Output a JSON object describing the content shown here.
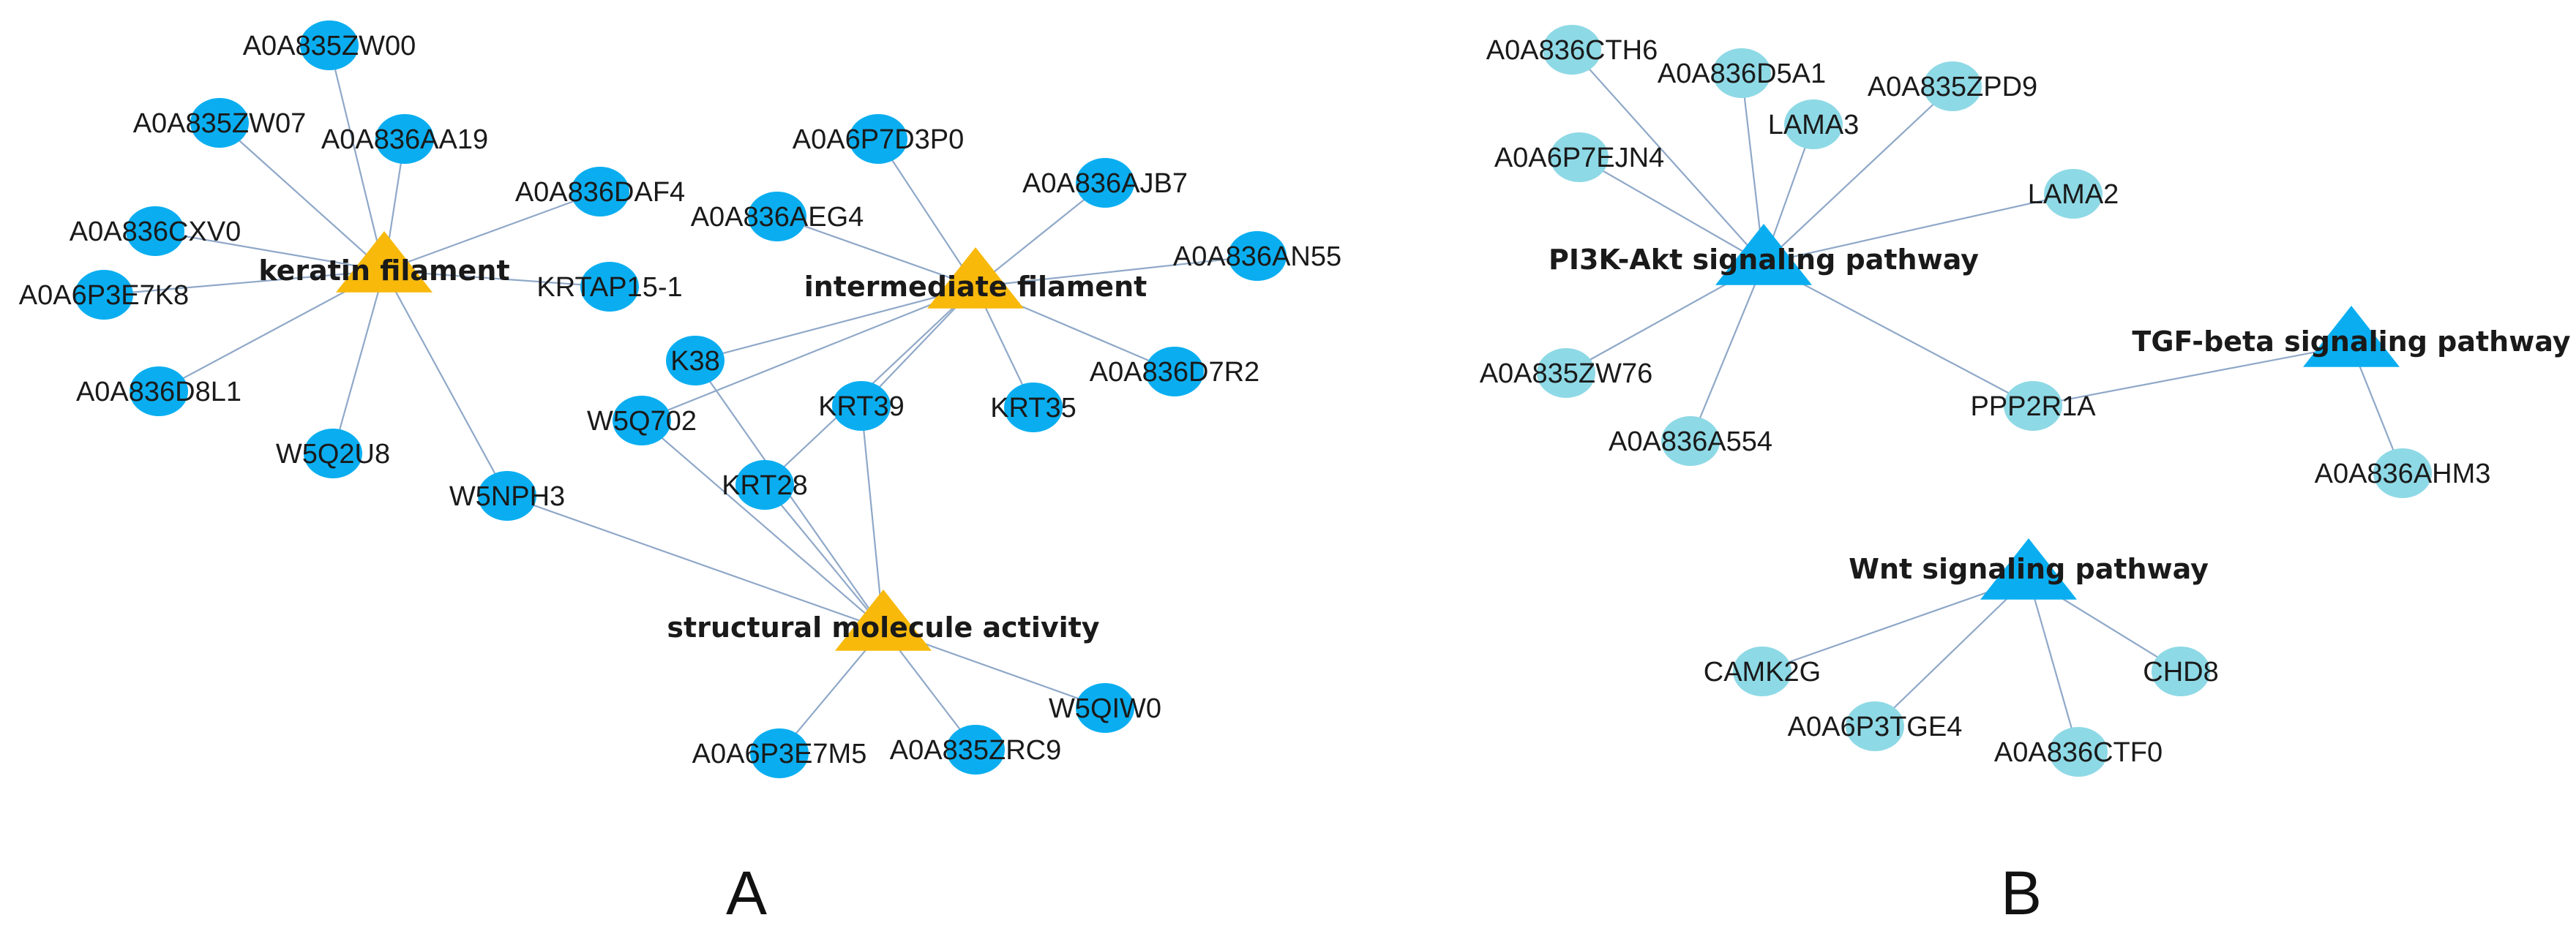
{
  "panels": [
    {
      "id": "A",
      "label": "A",
      "colors": {
        "hub": "#f8b90b",
        "node": "#0aaef0"
      },
      "hubs": [
        {
          "id": "keratin",
          "label": "keratin filament"
        },
        {
          "id": "intermediate",
          "label": "intermediate filament"
        },
        {
          "id": "structural",
          "label": "structural molecule activity"
        }
      ],
      "nodes": [
        {
          "id": "A0A835ZW00",
          "label": "A0A835ZW00"
        },
        {
          "id": "A0A835ZW07",
          "label": "A0A835ZW07"
        },
        {
          "id": "A0A836AA19",
          "label": "A0A836AA19"
        },
        {
          "id": "A0A836DAF4",
          "label": "A0A836DAF4"
        },
        {
          "id": "A0A836CXV0",
          "label": "A0A836CXV0"
        },
        {
          "id": "A0A6P3E7K8",
          "label": "A0A6P3E7K8"
        },
        {
          "id": "KRTAP15-1",
          "label": "KRTAP15-1"
        },
        {
          "id": "A0A836D8L1",
          "label": "A0A836D8L1"
        },
        {
          "id": "W5Q2U8",
          "label": "W5Q2U8"
        },
        {
          "id": "W5NPH3",
          "label": "W5NPH3"
        },
        {
          "id": "A0A6P7D3P0",
          "label": "A0A6P7D3P0"
        },
        {
          "id": "A0A836AJB7",
          "label": "A0A836AJB7"
        },
        {
          "id": "A0A836AEG4",
          "label": "A0A836AEG4"
        },
        {
          "id": "A0A836AN55",
          "label": "A0A836AN55"
        },
        {
          "id": "K38",
          "label": "K38"
        },
        {
          "id": "W5Q702",
          "label": "W5Q702"
        },
        {
          "id": "KRT39",
          "label": "KRT39"
        },
        {
          "id": "KRT35",
          "label": "KRT35"
        },
        {
          "id": "A0A836D7R2",
          "label": "A0A836D7R2"
        },
        {
          "id": "KRT28",
          "label": "KRT28"
        },
        {
          "id": "W5QIW0",
          "label": "W5QIW0"
        },
        {
          "id": "A0A6P3E7M5",
          "label": "A0A6P3E7M5"
        },
        {
          "id": "A0A835ZRC9",
          "label": "A0A835ZRC9"
        }
      ],
      "edges": [
        [
          "keratin",
          "A0A835ZW00"
        ],
        [
          "keratin",
          "A0A835ZW07"
        ],
        [
          "keratin",
          "A0A836AA19"
        ],
        [
          "keratin",
          "A0A836DAF4"
        ],
        [
          "keratin",
          "A0A836CXV0"
        ],
        [
          "keratin",
          "A0A6P3E7K8"
        ],
        [
          "keratin",
          "KRTAP15-1"
        ],
        [
          "keratin",
          "A0A836D8L1"
        ],
        [
          "keratin",
          "W5Q2U8"
        ],
        [
          "keratin",
          "W5NPH3"
        ],
        [
          "intermediate",
          "A0A6P7D3P0"
        ],
        [
          "intermediate",
          "A0A836AJB7"
        ],
        [
          "intermediate",
          "A0A836AEG4"
        ],
        [
          "intermediate",
          "A0A836AN55"
        ],
        [
          "intermediate",
          "K38"
        ],
        [
          "intermediate",
          "W5Q702"
        ],
        [
          "intermediate",
          "KRT39"
        ],
        [
          "intermediate",
          "KRT35"
        ],
        [
          "intermediate",
          "A0A836D7R2"
        ],
        [
          "intermediate",
          "KRT28"
        ],
        [
          "structural",
          "W5NPH3"
        ],
        [
          "structural",
          "K38"
        ],
        [
          "structural",
          "W5Q702"
        ],
        [
          "structural",
          "KRT39"
        ],
        [
          "structural",
          "KRT28"
        ],
        [
          "structural",
          "W5QIW0"
        ],
        [
          "structural",
          "A0A6P3E7M5"
        ],
        [
          "structural",
          "A0A835ZRC9"
        ]
      ]
    },
    {
      "id": "B",
      "label": "B",
      "colors": {
        "hub": "#0aaef0",
        "node": "#8ed9e6"
      },
      "hubs": [
        {
          "id": "pi3k",
          "label": "PI3K-Akt signaling pathway"
        },
        {
          "id": "tgf",
          "label": "TGF-beta signaling pathway"
        },
        {
          "id": "wnt",
          "label": "Wnt signaling pathway"
        }
      ],
      "nodes": [
        {
          "id": "A0A836CTH6",
          "label": "A0A836CTH6"
        },
        {
          "id": "A0A836D5A1",
          "label": "A0A836D5A1"
        },
        {
          "id": "A0A835ZPD9",
          "label": "A0A835ZPD9"
        },
        {
          "id": "LAMA3",
          "label": "LAMA3"
        },
        {
          "id": "A0A6P7EJN4",
          "label": "A0A6P7EJN4"
        },
        {
          "id": "LAMA2",
          "label": "LAMA2"
        },
        {
          "id": "A0A835ZW76",
          "label": "A0A835ZW76"
        },
        {
          "id": "A0A836A554",
          "label": "A0A836A554"
        },
        {
          "id": "PPP2R1A",
          "label": "PPP2R1A"
        },
        {
          "id": "A0A836AHM3",
          "label": "A0A836AHM3"
        },
        {
          "id": "CAMK2G",
          "label": "CAMK2G"
        },
        {
          "id": "CHD8",
          "label": "CHD8"
        },
        {
          "id": "A0A6P3TGE4",
          "label": "A0A6P3TGE4"
        },
        {
          "id": "A0A836CTF0",
          "label": "A0A836CTF0"
        }
      ],
      "edges": [
        [
          "pi3k",
          "A0A836CTH6"
        ],
        [
          "pi3k",
          "A0A836D5A1"
        ],
        [
          "pi3k",
          "A0A835ZPD9"
        ],
        [
          "pi3k",
          "LAMA3"
        ],
        [
          "pi3k",
          "A0A6P7EJN4"
        ],
        [
          "pi3k",
          "LAMA2"
        ],
        [
          "pi3k",
          "A0A835ZW76"
        ],
        [
          "pi3k",
          "A0A836A554"
        ],
        [
          "pi3k",
          "PPP2R1A"
        ],
        [
          "tgf",
          "PPP2R1A"
        ],
        [
          "tgf",
          "A0A836AHM3"
        ],
        [
          "wnt",
          "CAMK2G"
        ],
        [
          "wnt",
          "CHD8"
        ],
        [
          "wnt",
          "A0A6P3TGE4"
        ],
        [
          "wnt",
          "A0A836CTF0"
        ]
      ]
    }
  ]
}
